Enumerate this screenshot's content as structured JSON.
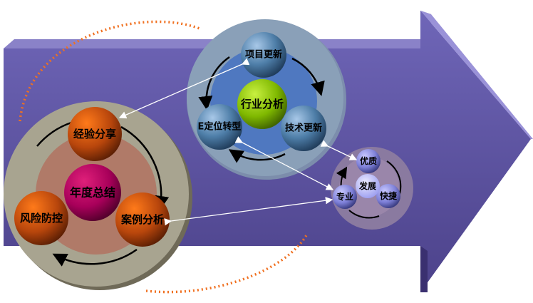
{
  "left_cluster": {
    "center": "年度总结",
    "nodes": [
      "经验分享",
      "风险防控",
      "案例分析"
    ]
  },
  "top_cluster": {
    "center": "行业分析",
    "nodes": [
      "项目更新",
      "E定位转型",
      "技术更新"
    ]
  },
  "right_cluster": {
    "center": "发展",
    "nodes": [
      "优质",
      "专业",
      "快捷"
    ]
  },
  "colors": {
    "arrow": "#5a4e9a",
    "orange_sphere": "#b8460c",
    "center_magenta": "#b0005a",
    "green_sphere": "#7fb800",
    "blue_sphere": "#4e7ea8",
    "lavender_sphere": "#7e80d8",
    "dotted_path": "#f07020"
  }
}
